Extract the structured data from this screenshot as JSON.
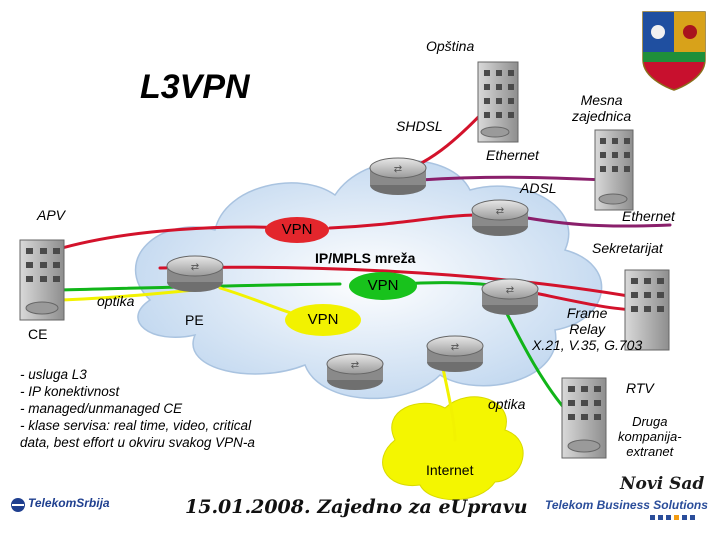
{
  "title": "L3VPN",
  "nodes": {
    "opstina": "Opština",
    "mesna_zajednica": [
      "Mesna",
      "zajednica"
    ],
    "sekretarijat": "Sekretarijat",
    "apv": "APV",
    "ce": "CE",
    "pe": "PE",
    "rtv": "RTV",
    "druga_kompanija": [
      "Druga",
      "kompanija-",
      "extranet"
    ],
    "internet": "Internet",
    "cloud": "IP/MPLS mreža"
  },
  "links": {
    "shdsl": "SHDSL",
    "ethernet_1": "Ethernet",
    "adsl": "ADSL",
    "ethernet_2": "Ethernet",
    "optika_1": "optika",
    "optika_2": "optika",
    "frame_relay": [
      "Frame",
      "Relay",
      "X.21, V.35, G.703"
    ]
  },
  "vpn_labels": [
    "VPN",
    "VPN",
    "VPN"
  ],
  "services": [
    "- usluga L3",
    "- IP konektivnost",
    "- managed/unmanaged CE",
    "- klase servisa: real time, video, critical",
    "data, best effort u okviru svakog VPN-a"
  ],
  "footer": {
    "date_text": "15.01.2008. Zajedno za eUpravu",
    "telekom_prefix": "Telekom",
    "telekom_brand": "Srbija",
    "tbs": "Telekom Business Solutions",
    "novi_sad": "Novi Sad"
  },
  "colors": {
    "red_line": "#d3122b",
    "green_line": "#11b519",
    "yellow_line": "#f2f200",
    "purple_line": "#8a1f6b",
    "vpn_bubble": "#e3262c",
    "vpn_bubble_green": "#18c21c",
    "internet_blob": "#f4f600",
    "cloud": "#cfe0f3"
  }
}
